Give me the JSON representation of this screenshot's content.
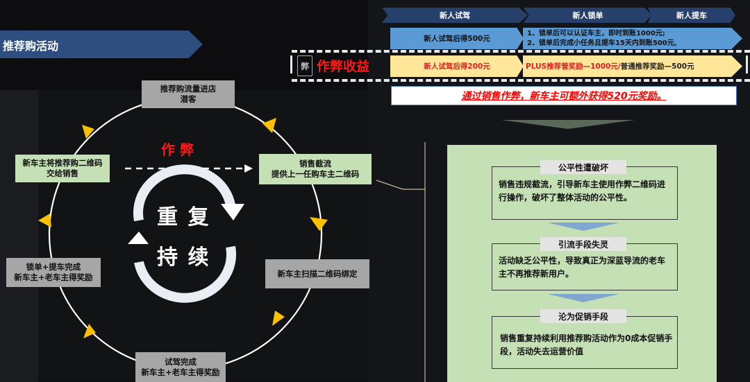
{
  "title": "推荐购活动",
  "stages": {
    "headers": [
      "新人试驾",
      "新人锁单",
      "新人提车"
    ],
    "normal_rewards": {
      "test_drive": "新人试驾后得500元",
      "lock_order_line1": "1、锁单后可以认证车主，即时到账1000元;",
      "lock_order_line2": "2、锁单后完成小任务且提车15天内到账500元,"
    },
    "cheat_label": "作弊收益",
    "cheat_icon_glyph": "弊",
    "cheat_rewards": {
      "test_drive": "新人试驾后得200元",
      "plus_part": "PLUS推荐管奖励—1000元/",
      "normal_part": "普通推荐奖励—500元"
    },
    "summary": "通过销售作弊，新车主可额外获得520元奖励。"
  },
  "cycle": {
    "nodes": {
      "top": [
        "推荐购流量进店",
        "潜客"
      ],
      "left_green": [
        "新车主将推荐购二维码",
        "交给销售"
      ],
      "right_green": [
        "销售截流",
        "提供上一任购车主二维码"
      ],
      "right": [
        "新车主扫描二维码绑定"
      ],
      "left": [
        "锁单+提车完成",
        "新车主+老车主得奖励"
      ],
      "bottom": [
        "试驾完成",
        "新车主+老车主得奖励"
      ]
    },
    "cheat_label": "作 弊",
    "center_line1": "重 复",
    "center_line2": "持 续"
  },
  "consequences": [
    {
      "title": "公平性遭破坏",
      "body": "销售违规截流，引导新车主使用作弊二维码进行操作，破坏了整体活动的公平性。"
    },
    {
      "title": "引流手段失灵",
      "body": "活动缺乏公平性，导致真正为深蓝导流的老车主不再推荐新用户。"
    },
    {
      "title": "沦为促销手段",
      "body": "销售重复持续利用推荐购活动作为0成本促销手段，活动失去运营价值"
    }
  ],
  "colors": {
    "banner_blue": "#2e4e80",
    "chevron_blue": "#27406b",
    "reward_blue": "#5b9bd5",
    "cheat_yellow": "#ffe699",
    "alert_red": "#ff0000",
    "panel_green": "#c5e0b4",
    "cycle_arrow": "#ffc000"
  }
}
